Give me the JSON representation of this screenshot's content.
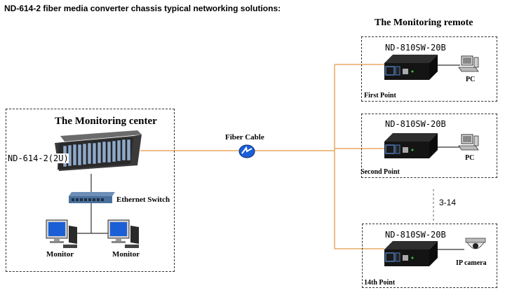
{
  "title": "ND-614-2 fiber media converter chassis typical networking solutions:",
  "center": {
    "heading": "The Monitoring center",
    "chassis_label": "ND-614-2(2U)",
    "switch_label": "Ethernet Switch",
    "monitor_1": "Monitor",
    "monitor_2": "Monitor"
  },
  "link": {
    "label": "Fiber Cable"
  },
  "remote": {
    "heading": "The Monitoring remote",
    "range_label": "3-14",
    "points": [
      {
        "device": "ND-810SW-20B",
        "point_label": "First Point",
        "endpoint": "PC"
      },
      {
        "device": "ND-810SW-20B",
        "point_label": "Second Point",
        "endpoint": "PC"
      },
      {
        "device": "ND-810SW-20B",
        "point_label": "14th Point",
        "endpoint": "IP camera"
      }
    ]
  },
  "colors": {
    "fiber": "#e8a860",
    "ethernet": "#333333",
    "converter": "#141414",
    "chassis": "#3a3a3a",
    "switch": "#4a6f9a",
    "icon_blue": "#1a5fd6"
  }
}
